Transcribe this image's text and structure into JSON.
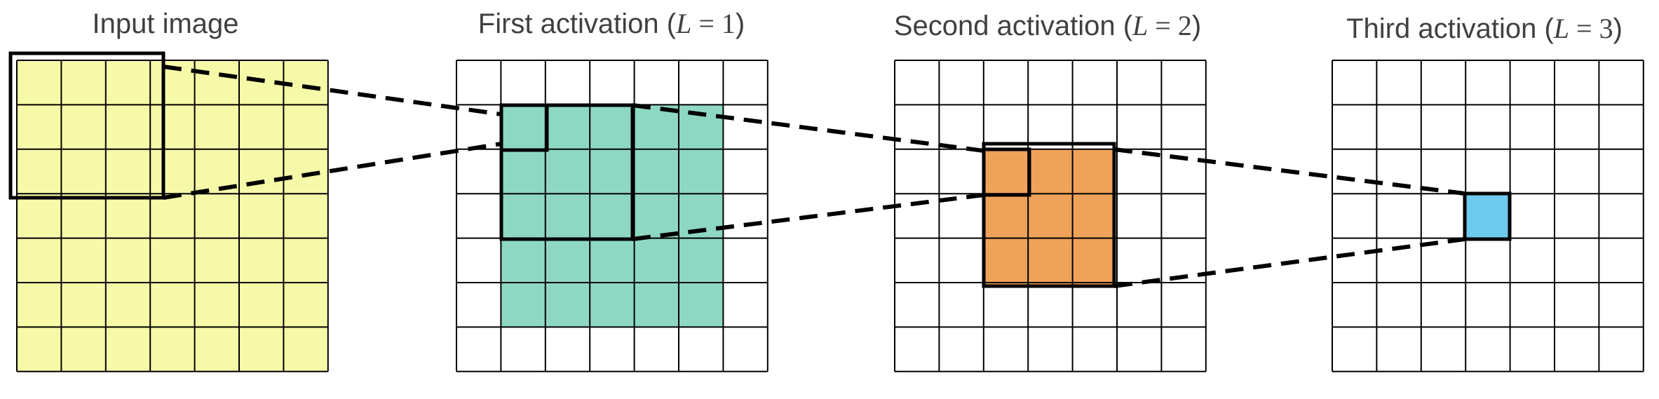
{
  "panels": [
    {
      "id": "input",
      "title": "Input image",
      "math_var": "",
      "math_rel": "",
      "math_val": "",
      "open_paren": "",
      "close_paren": ""
    },
    {
      "id": "act1",
      "title": "First activation ",
      "math_var": "L",
      "math_rel": " = ",
      "math_val": "1",
      "open_paren": "(",
      "close_paren": ")"
    },
    {
      "id": "act2",
      "title": "Second activation ",
      "math_var": "L",
      "math_rel": " = ",
      "math_val": "2",
      "open_paren": "(",
      "close_paren": ")"
    },
    {
      "id": "act3",
      "title": "Third activation ",
      "math_var": "L",
      "math_rel": " = ",
      "math_val": "3",
      "open_paren": "(",
      "close_paren": ")"
    }
  ],
  "grid_rows": 7,
  "grid_cols": 7,
  "colors": {
    "input_fill": "#f6f9a8",
    "act1_fill": "#8ed8c3",
    "act2_fill": "#efa25a",
    "act3_fill": "#6ecaed",
    "line": "#000000",
    "title": "#404040"
  }
}
